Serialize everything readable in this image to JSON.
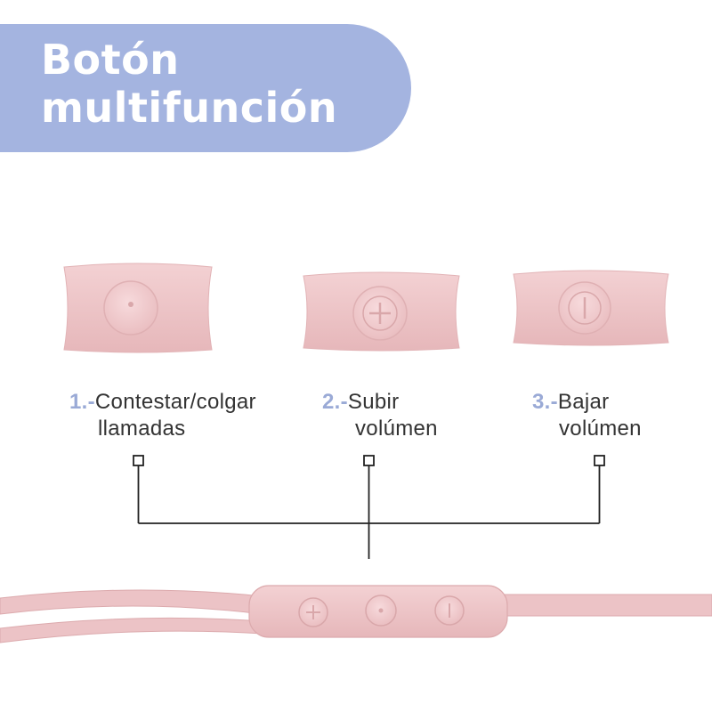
{
  "header": {
    "title_line1": "Botón",
    "title_line2": "multifunción"
  },
  "buttons": [
    {
      "number": "1.-",
      "line1": "Contestar/colgar",
      "line2": "llamadas",
      "icon": "dot-icon"
    },
    {
      "number": "2.-",
      "line1": "Subir",
      "line2": "volúmen",
      "icon": "plus-icon"
    },
    {
      "number": "3.-",
      "line1": "Bajar",
      "line2": "volúmen",
      "icon": "minus-icon"
    }
  ],
  "colors": {
    "banner": "#a4b4e0",
    "number_accent": "#9aaad6",
    "product_pink": "#efc6c9",
    "line": "#222222"
  }
}
